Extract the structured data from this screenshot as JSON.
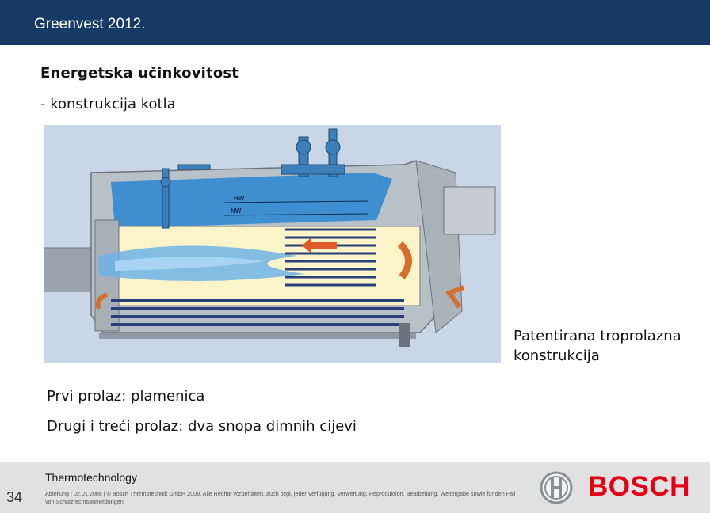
{
  "header": {
    "title": "Greenvest 2012."
  },
  "slide": {
    "heading": "Energetska učinkovitost",
    "subheading": "- konstrukcija kotla",
    "side_note": [
      "Patentirana troprolazna",
      "konstrukcija"
    ],
    "pass_one": "Prvi prolaz: plamenica",
    "pass_two": "Drugi i treći prolaz: dva snopa dimnih cijevi"
  },
  "figure": {
    "labels": {
      "hw": "HW",
      "nw": "NW"
    }
  },
  "footer": {
    "page_number": "34",
    "division": "Thermotechnology",
    "legal": "Abteilung | 02.01.2008 | © Bosch Thermotechnik GmbH 2008. Alle Rechte vorbehalten, auch bzgl. jeder Verfügung, Verwertung, Reproduktion, Bearbeitung, Weitergabe sowie für den Fall von Schutzrechtsanmeldungen.",
    "brand": "BOSCH"
  },
  "colors": {
    "header_bg": "#163a63",
    "water": "#3f8fd0",
    "furnace": "#fbf4c8",
    "brand_red": "#e20015"
  }
}
